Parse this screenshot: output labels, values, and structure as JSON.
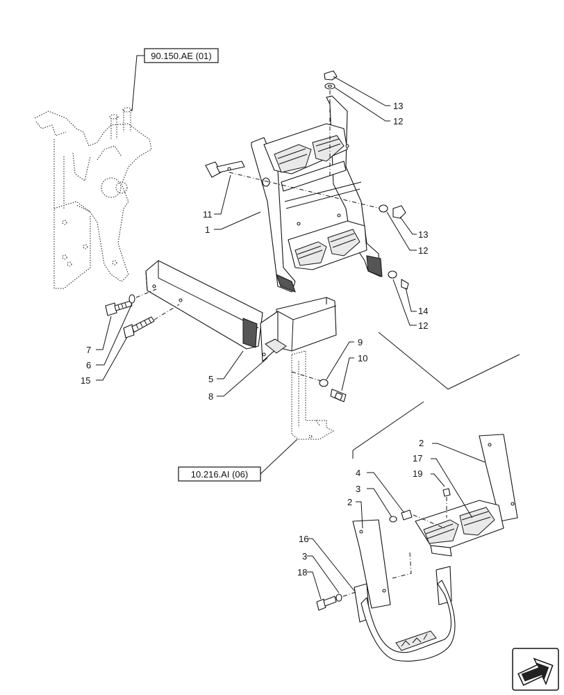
{
  "references": {
    "top": "90.150.AE (01)",
    "bottom": "10.216.AI (06)"
  },
  "callouts": {
    "c13a": "13",
    "c12a": "12",
    "c11": "11",
    "c1": "1",
    "c13b": "13",
    "c12b": "12",
    "c14": "14",
    "c12c": "12",
    "c7": "7",
    "c6": "6",
    "c15": "15",
    "c9": "9",
    "c10": "10",
    "c5": "5",
    "c8": "8",
    "c2a": "2",
    "c17": "17",
    "c19": "19",
    "c4": "4",
    "c3a": "3",
    "c2b": "2",
    "c16": "16",
    "c3b": "3",
    "c18": "18"
  },
  "icons": {
    "nav": "arrow-nav-icon"
  }
}
